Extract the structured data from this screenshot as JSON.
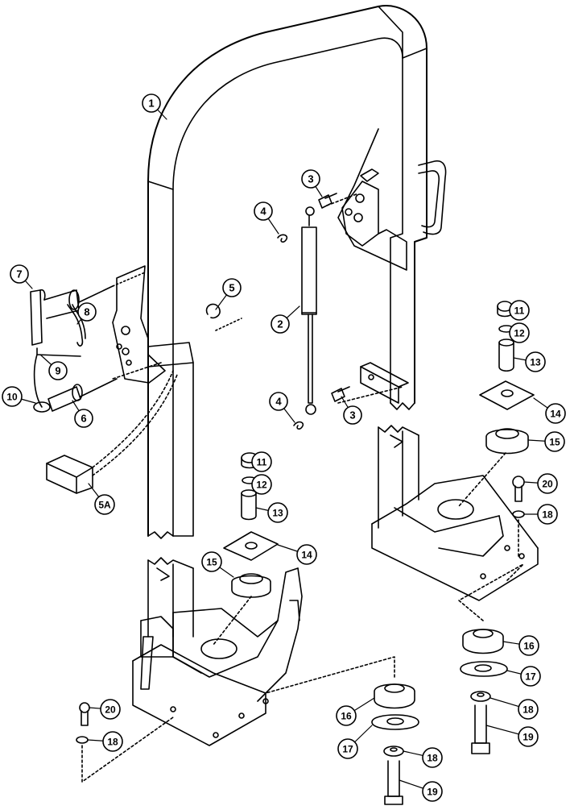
{
  "diagram": {
    "callouts": [
      {
        "id": "c1",
        "label": "1"
      },
      {
        "id": "c2",
        "label": "2"
      },
      {
        "id": "c3a",
        "label": "3"
      },
      {
        "id": "c3b",
        "label": "3"
      },
      {
        "id": "c4a",
        "label": "4"
      },
      {
        "id": "c4b",
        "label": "4"
      },
      {
        "id": "c5",
        "label": "5"
      },
      {
        "id": "c5A",
        "label": "5A"
      },
      {
        "id": "c6",
        "label": "6"
      },
      {
        "id": "c7",
        "label": "7"
      },
      {
        "id": "c8",
        "label": "8"
      },
      {
        "id": "c9",
        "label": "9"
      },
      {
        "id": "c10",
        "label": "10"
      },
      {
        "id": "c11a",
        "label": "11"
      },
      {
        "id": "c11b",
        "label": "11"
      },
      {
        "id": "c12a",
        "label": "12"
      },
      {
        "id": "c12b",
        "label": "12"
      },
      {
        "id": "c13a",
        "label": "13"
      },
      {
        "id": "c13b",
        "label": "13"
      },
      {
        "id": "c14a",
        "label": "14"
      },
      {
        "id": "c14b",
        "label": "14"
      },
      {
        "id": "c15a",
        "label": "15"
      },
      {
        "id": "c15b",
        "label": "15"
      },
      {
        "id": "c16a",
        "label": "16"
      },
      {
        "id": "c16b",
        "label": "16"
      },
      {
        "id": "c17a",
        "label": "17"
      },
      {
        "id": "c17b",
        "label": "17"
      },
      {
        "id": "c18a",
        "label": "18"
      },
      {
        "id": "c18b",
        "label": "18"
      },
      {
        "id": "c18c",
        "label": "18"
      },
      {
        "id": "c18d",
        "label": "18"
      },
      {
        "id": "c19a",
        "label": "19"
      },
      {
        "id": "c19b",
        "label": "19"
      },
      {
        "id": "c20a",
        "label": "20"
      },
      {
        "id": "c20b",
        "label": "20"
      }
    ]
  }
}
